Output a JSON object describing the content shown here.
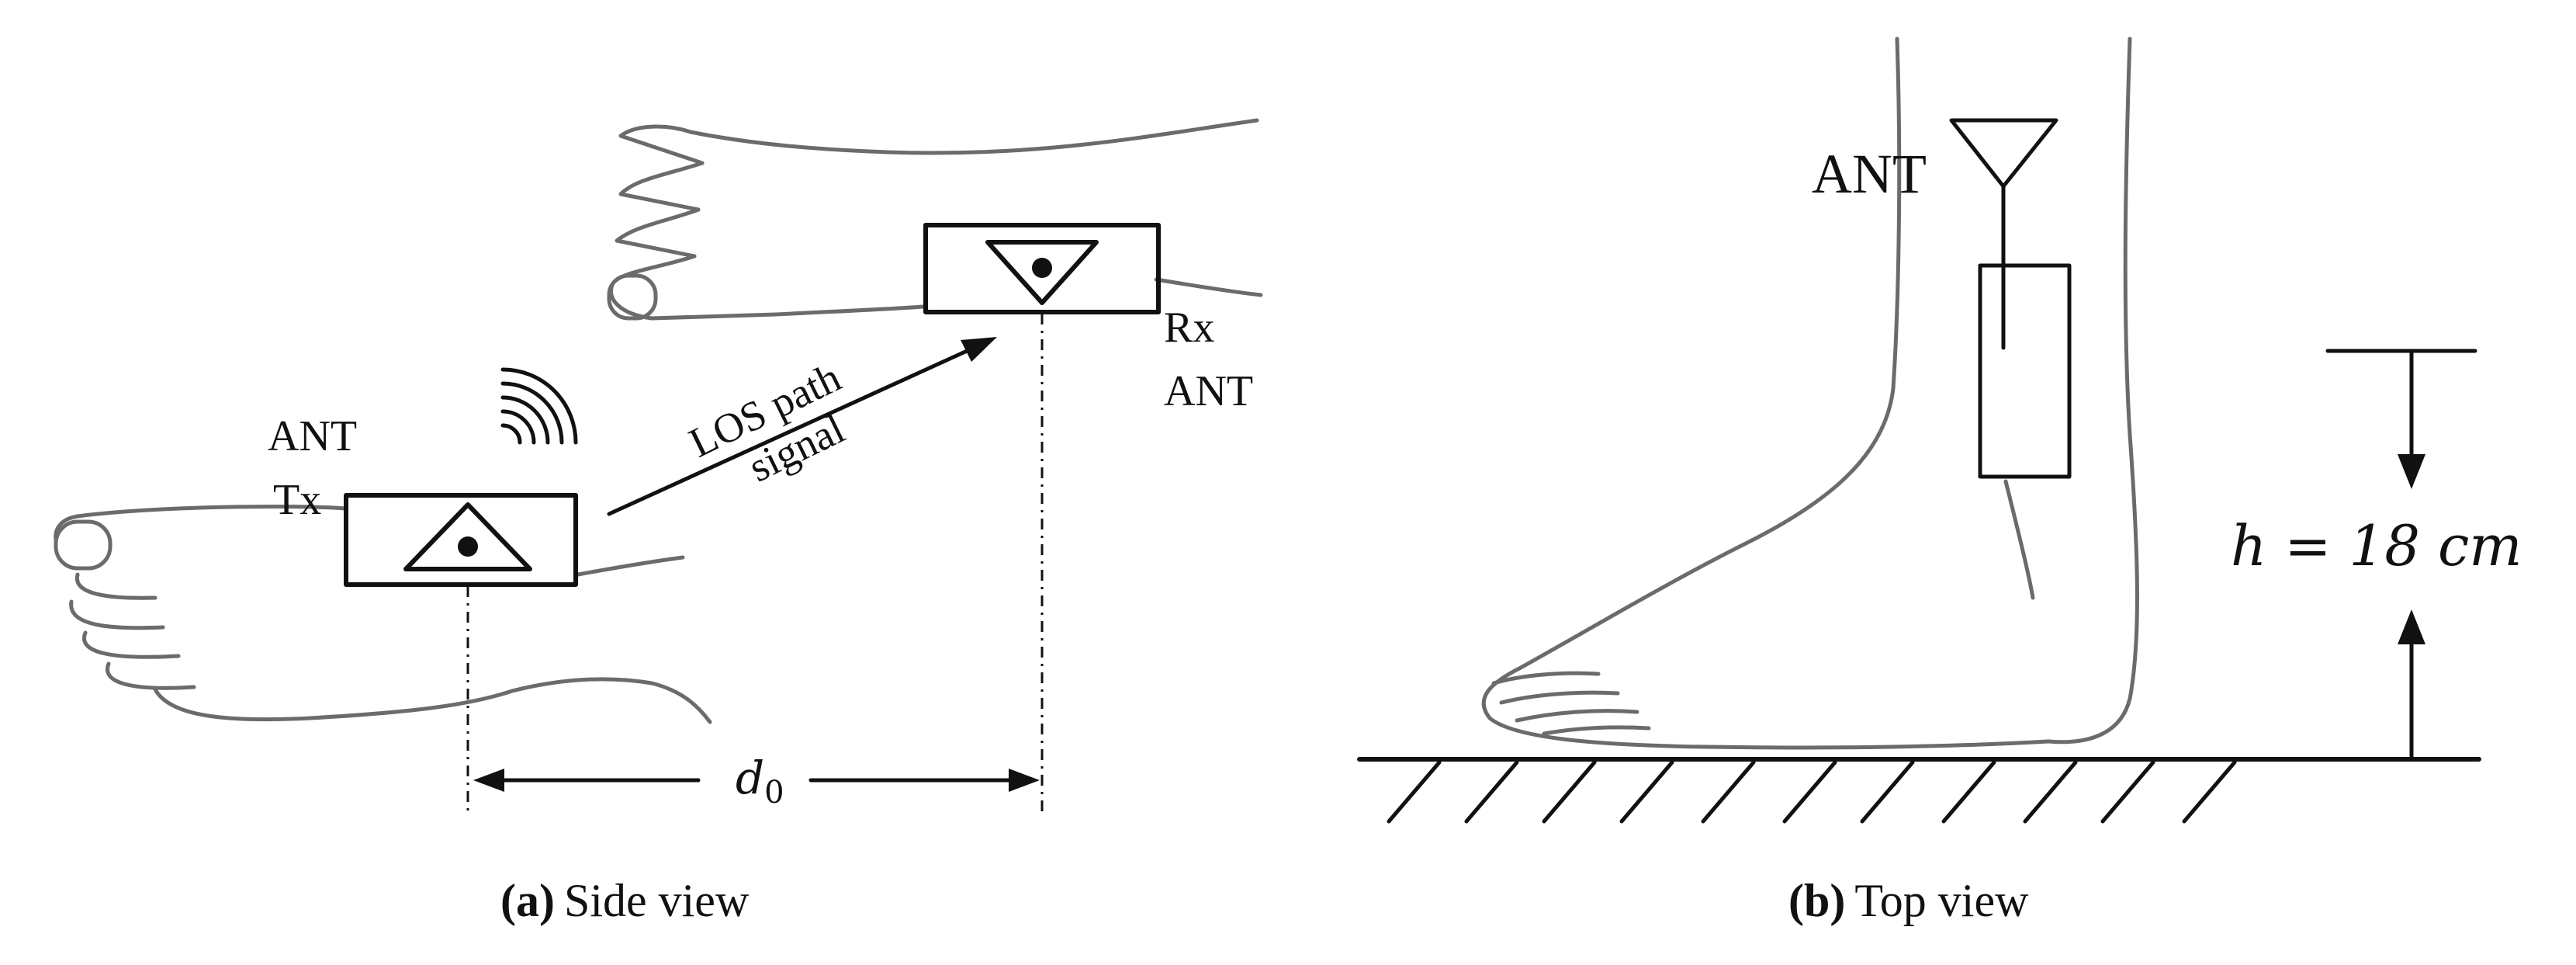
{
  "panel_a": {
    "tx_label_line1": "ANT",
    "tx_label_line2": "Tx",
    "rx_label_line1": "Rx",
    "rx_label_line2": "ANT",
    "signal_label_line1": "LOS path",
    "signal_label_line2": "signal",
    "distance_symbol": "d",
    "distance_subscript": "0",
    "caption_letter": "(a)",
    "caption_text": "Side view"
  },
  "panel_b": {
    "ant_label": "ANT",
    "height_label": "h = 18 cm",
    "caption_letter": "(b)",
    "caption_text": "Top view"
  }
}
